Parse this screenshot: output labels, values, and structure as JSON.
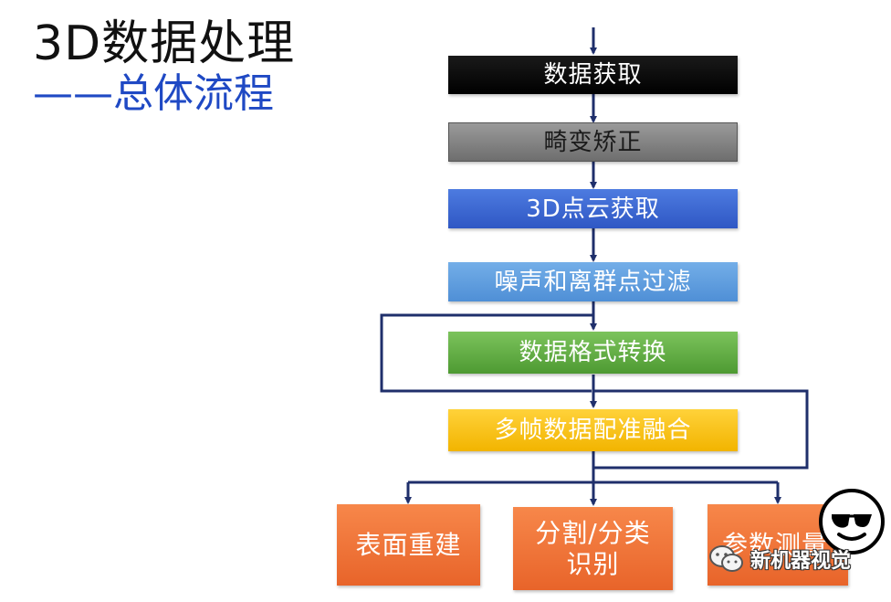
{
  "title": "3D数据处理",
  "subtitle": "——总体流程",
  "steps": {
    "acquire": "数据获取",
    "undistort": "畸变矫正",
    "pointcloud": "3D点云获取",
    "filter": "噪声和离群点过滤",
    "convert": "数据格式转换",
    "register": "多帧数据配准融合"
  },
  "outputs": {
    "reconstruct": "表面重建",
    "segment_line1": "分割/分类",
    "segment_line2": "识别",
    "measure": "参数测量"
  },
  "watermark": {
    "text": "新机器视觉",
    "icon": "wechat-icon"
  },
  "colors": {
    "arrow": "#1f2f6b",
    "title": "#111111",
    "subtitle": "#1f49c4",
    "step_acquire": "#000000",
    "step_undistort": "#808080",
    "step_pointcloud": "#3b64d0",
    "step_filter": "#5fa0e0",
    "step_convert": "#65b046",
    "step_register": "#f5c000",
    "output": "#ee6c32"
  }
}
